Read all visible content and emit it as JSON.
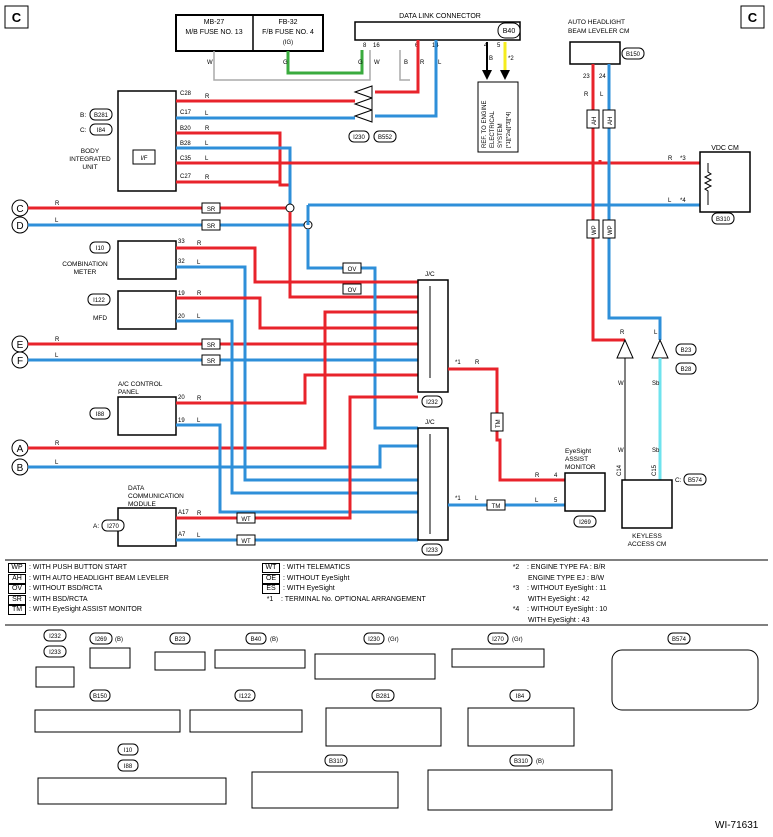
{
  "page_letter": "C",
  "fuse_box": {
    "left_title": "MB-27",
    "left_sub": "M/B FUSE NO. 13",
    "right_title": "FB-32",
    "right_sub": "F/B FUSE NO. 4",
    "right_note": "(IG)"
  },
  "dlc": {
    "title": "DATA LINK CONNECTOR",
    "id": "B40",
    "pins": [
      "8",
      "16",
      "6",
      "14",
      "4",
      "5"
    ]
  },
  "ahb": {
    "title1": "AUTO HEADLIGHT",
    "title2": "BEAM LEVELER CM",
    "id": "B150",
    "pins": [
      "23",
      "24"
    ]
  },
  "vdc": {
    "title": "VDC CM",
    "id": "B310",
    "pin3": "*3",
    "pin4": "*4"
  },
  "biu": {
    "title1": "BODY",
    "title2": "INTEGRATED",
    "title3": "UNIT",
    "id_b": "B281",
    "id_c": "I84",
    "b_label": "B:",
    "c_label": "C:",
    "if_label": "I/F",
    "pins": [
      "C28",
      "C17",
      "B20",
      "B28",
      "C35",
      "C27"
    ]
  },
  "comb_meter": {
    "title1": "COMBINATION",
    "title2": "METER",
    "id": "I10",
    "pins": [
      "33",
      "32"
    ]
  },
  "mfd": {
    "title": "MFD",
    "id": "I122",
    "pins": [
      "19",
      "20"
    ]
  },
  "ac_panel": {
    "title1": "A/C CONTROL",
    "title2": "PANEL",
    "id": "I88",
    "pins": [
      "20",
      "19"
    ]
  },
  "dcm": {
    "title1": "DATA",
    "title2": "COMMUNICATION",
    "title3": "MODULE",
    "id": "I270",
    "prefix": "A:",
    "pins": [
      "A17",
      "A7"
    ]
  },
  "eyesight": {
    "title1": "EyeSight",
    "title2": "ASSIST",
    "title3": "MONITOR",
    "id": "I269",
    "pins": [
      "4",
      "5"
    ]
  },
  "keyless": {
    "title1": "KEYLESS",
    "title2": "ACCESS CM",
    "id": "B574",
    "prefix": "C:",
    "pins": [
      "C14",
      "C15"
    ]
  },
  "jc": {
    "title": "J/C",
    "id_upper": "I232",
    "id_lower": "I233"
  },
  "connectors": {
    "i230": "I230",
    "b552": "B552",
    "b23": "B23",
    "b28": "B28"
  },
  "ref_note": [
    "REF. TO ENGINE",
    "ELECTRICAL",
    "SYSTEM",
    "[*1][*2a][*3][*4]"
  ],
  "wire_codes": {
    "r": "R",
    "l": "L",
    "w": "W",
    "g": "G",
    "b": "B",
    "sb": "Sb",
    "star1": "*1",
    "star2": "*2"
  },
  "line_tags": {
    "sr": "SR",
    "ov": "OV",
    "tm": "TM",
    "wt": "WT",
    "wp": "WP",
    "ah": "AH"
  },
  "terminals": [
    "C",
    "D",
    "E",
    "F",
    "A",
    "B"
  ],
  "legend_left": [
    {
      "tag": "WP",
      "text": ": WITH PUSH BUTTON START"
    },
    {
      "tag": "AH",
      "text": ": WITH AUTO HEADLIGHT BEAM LEVELER"
    },
    {
      "tag": "OV",
      "text": ": WITHOUT BSD/RCTA"
    },
    {
      "tag": "SR",
      "text": ": WITH BSD/RCTA"
    },
    {
      "tag": "TM",
      "text": ": WITH EyeSight ASSIST MONITOR"
    }
  ],
  "legend_mid": [
    {
      "tag": "WT",
      "text": ": WITH TELEMATICS"
    },
    {
      "tag": "OE",
      "text": ": WITHOUT EyeSight"
    },
    {
      "tag": "ES",
      "text": ": WITH EyeSight"
    },
    {
      "tag": "*1",
      "text": ": TERMINAL No. OPTIONAL ARRANGEMENT"
    }
  ],
  "legend_right": [
    {
      "tag": "*2",
      "text": ": ENGINE TYPE FA : B/R"
    },
    {
      "tag": "",
      "text": "ENGINE TYPE EJ : B/W"
    },
    {
      "tag": "*3",
      "text": ": WITHOUT EyeSight : 11"
    },
    {
      "tag": "",
      "text": "WITH EyeSight : 42"
    },
    {
      "tag": "*4",
      "text": ": WITHOUT EyeSight : 10"
    },
    {
      "tag": "",
      "text": "WITH EyeSight : 43"
    }
  ],
  "connector_views": [
    {
      "label": "I232",
      "extra": ""
    },
    {
      "label": "I269",
      "extra": "(B)"
    },
    {
      "label": "B23",
      "extra": ""
    },
    {
      "label": "B40",
      "extra": "(B)"
    },
    {
      "label": "I230",
      "extra": "(Gr)"
    },
    {
      "label": "I270",
      "extra": "(Gr)"
    },
    {
      "label": "B574",
      "extra": ""
    },
    {
      "label": "I233",
      "extra": ""
    },
    {
      "label": "B150",
      "extra": ""
    },
    {
      "label": "I122",
      "extra": ""
    },
    {
      "label": "B281",
      "extra": ""
    },
    {
      "label": "I84",
      "extra": ""
    },
    {
      "label": "I10",
      "extra": ""
    },
    {
      "label": "I88",
      "extra": ""
    },
    {
      "label": "B310",
      "extra": ""
    },
    {
      "label": "B310",
      "extra": "(B)"
    }
  ],
  "figure_id": "WI-71631",
  "colors": {
    "red": "#e8232b",
    "blue": "#2e8fd9",
    "green": "#3aab3e",
    "yellow": "#f5ec1e",
    "cyan": "#6fe3ee",
    "black": "#000000"
  }
}
